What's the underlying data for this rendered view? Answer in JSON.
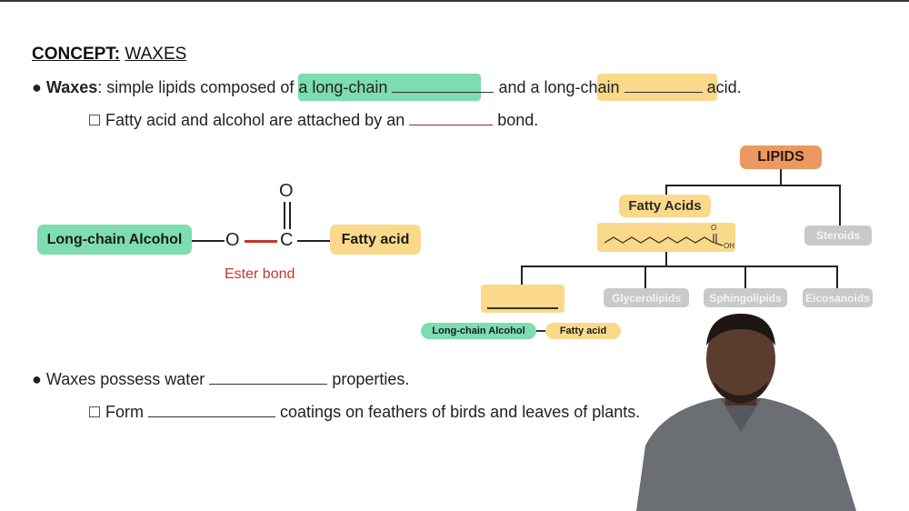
{
  "title": {
    "bold": "CONCEPT:",
    "rest": "WAXES"
  },
  "line1": {
    "bullet": "●",
    "bold": "Waxes",
    "text_a": ": simple lipids composed of a ",
    "hl1": "long-chain",
    "text_b": "and a long-chain",
    "text_c": "acid."
  },
  "line2": {
    "text_a": "Fatty acid and alcohol are attached by an",
    "text_b": "bond."
  },
  "structure": {
    "alcohol": "Long-chain Alcohol",
    "o": "O",
    "c": "C",
    "o_top": "O",
    "fatty": "Fatty acid",
    "ester": "Ester bond"
  },
  "tree": {
    "lipids": "LIPIDS",
    "fatty_acids": "Fatty Acids",
    "steroids": "Steroids",
    "glycerolipids": "Glycerolipids",
    "sphingolipids": "Sphingolipids",
    "eicosanoids": "Eicosanoids",
    "oh": "OH",
    "o": "O",
    "wax_alcohol": "Long-chain  Alcohol",
    "wax_fatty": "Fatty acid"
  },
  "line3": {
    "bullet": "●",
    "text_a": "Waxes possess water",
    "text_b": "properties."
  },
  "line4": {
    "text_a": "Form",
    "text_b": "coatings on feathers of birds and leaves of plants."
  },
  "colors": {
    "green": "#7ddcb0",
    "yellow": "#fbd98a",
    "orange": "#eb9960",
    "ester_red": "#c0392b",
    "gray": "#c9c9c9"
  }
}
